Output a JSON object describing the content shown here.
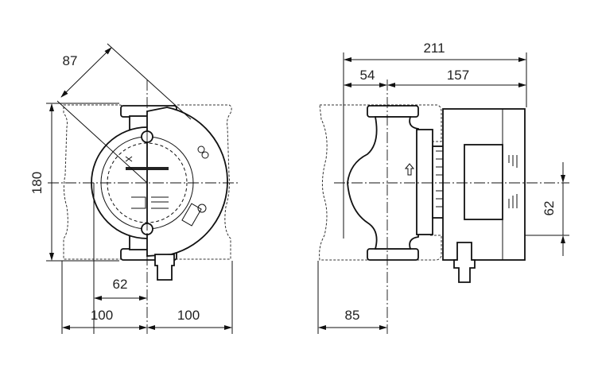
{
  "drawing": {
    "front_view": {
      "dimensions": {
        "diagonal": "87",
        "height": "180",
        "offset": "62",
        "left_half": "100",
        "right_half": "100"
      }
    },
    "side_view": {
      "dimensions": {
        "overall_length": "211",
        "port_to_axis": "54",
        "motor_length": "157",
        "axis_offset": "62",
        "rear_clearance": "85"
      }
    },
    "colors": {
      "line": "#111111",
      "text": "#222222",
      "background": "#ffffff"
    }
  }
}
